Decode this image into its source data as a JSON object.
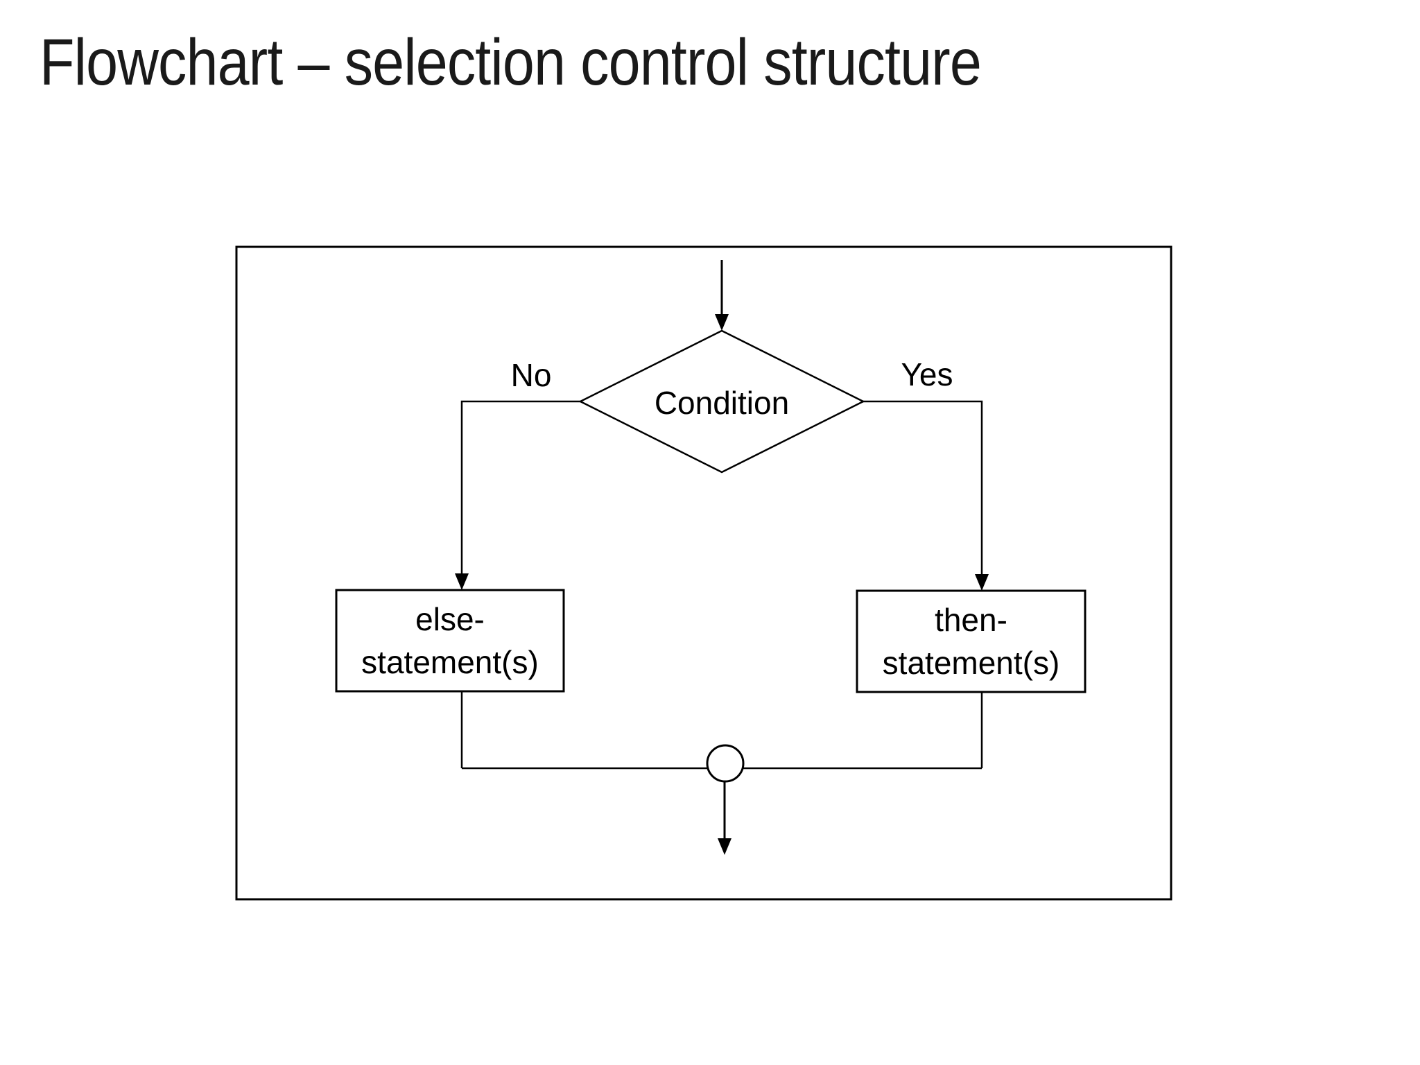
{
  "slide": {
    "title": "Flowchart – selection control structure"
  },
  "diagram": {
    "decision": {
      "label": "Condition"
    },
    "branch_no": {
      "label": "No"
    },
    "branch_yes": {
      "label": "Yes"
    },
    "else_box": {
      "line1": "else-",
      "line2": "statement(s)"
    },
    "then_box": {
      "line1": "then-",
      "line2": "statement(s)"
    },
    "colors": {
      "stroke": "#000000",
      "background": "#ffffff",
      "text": "#000000",
      "title_text": "#1a1a1a"
    }
  }
}
